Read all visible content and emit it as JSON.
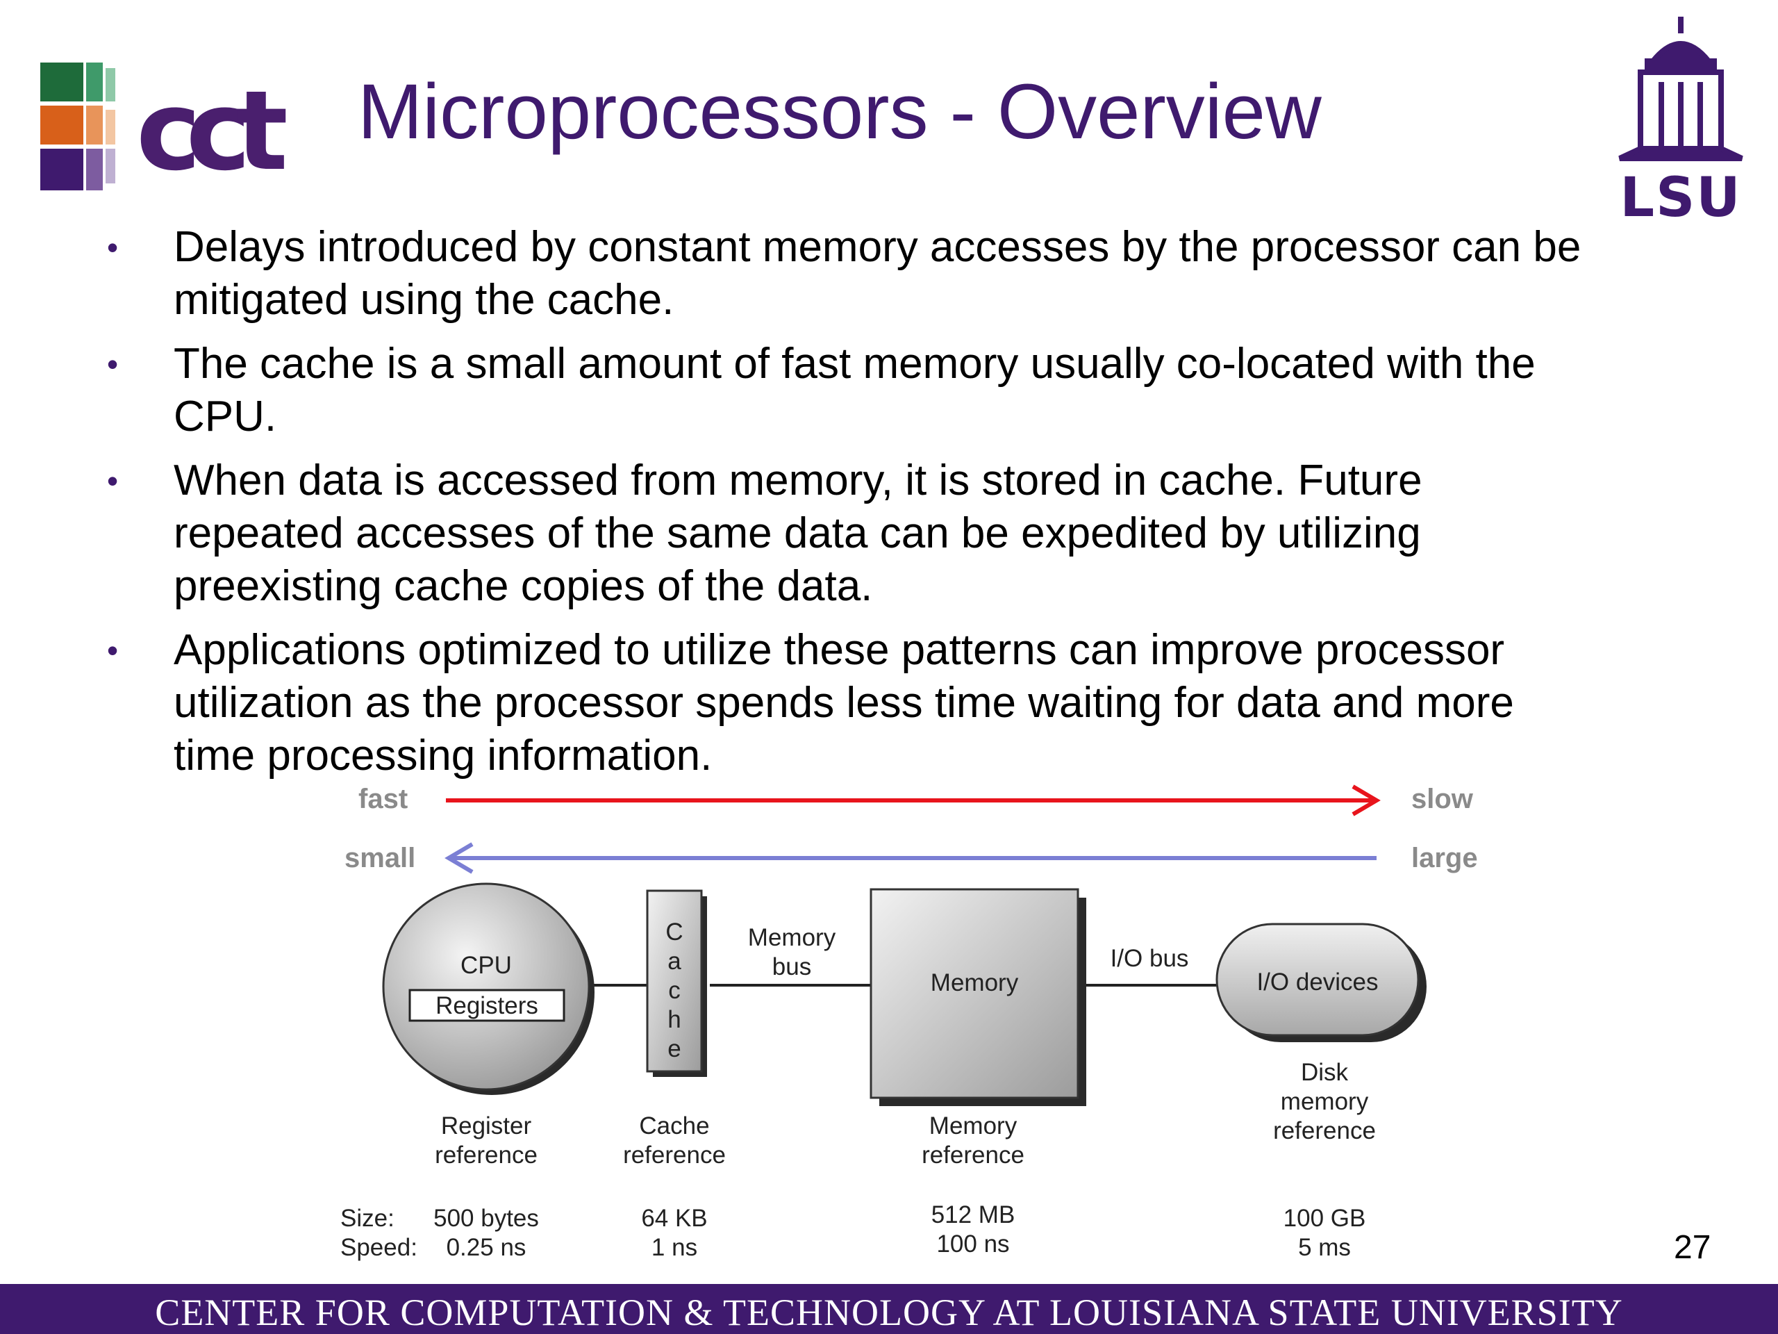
{
  "header": {
    "logo_text": "cct",
    "title": "Microprocessors - Overview",
    "lsu_logo_text": "LSU"
  },
  "bullets": [
    "Delays introduced by constant memory accesses by the processor can be mitigated using the cache.",
    "The cache is a small amount of fast memory usually co-located with the CPU.",
    "When data is accessed from memory, it is stored in cache. Future repeated accesses of the same data can be expedited by utilizing preexisting cache copies of the data.",
    "Applications optimized to utilize these patterns can improve processor utilization as the processor spends less time waiting for data and more time processing information."
  ],
  "bullet_glyph": "•",
  "diagram": {
    "arrow_fast": "fast",
    "arrow_slow": "slow",
    "arrow_small": "small",
    "arrow_large": "large",
    "fast_arrow_color": "#e8141c",
    "small_arrow_color": "#7b7fd4",
    "cpu_label": "CPU",
    "registers_label": "Registers",
    "cache_letters": [
      "C",
      "a",
      "c",
      "h",
      "e"
    ],
    "memory_bus_label_1": "Memory",
    "memory_bus_label_2": "bus",
    "memory_label": "Memory",
    "io_bus_label": "I/O bus",
    "io_devices_label": "I/O devices",
    "register_ref_1": "Register",
    "register_ref_2": "reference",
    "cache_ref_1": "Cache",
    "cache_ref_2": "reference",
    "memory_ref_1": "Memory",
    "memory_ref_2": "reference",
    "disk_ref_1": "Disk",
    "disk_ref_2": "memory",
    "disk_ref_3": "reference",
    "size_label": "Size:",
    "speed_label": "Speed:",
    "register_size": "500 bytes",
    "register_speed": "0.25 ns",
    "cache_size": "64 KB",
    "cache_speed": "1 ns",
    "memory_size": "512 MB",
    "memory_speed": "100 ns",
    "disk_size": "100 GB",
    "disk_speed": "5 ms"
  },
  "page_number": "27",
  "footer": {
    "text": "CENTER FOR COMPUTATION & TECHNOLOGY AT LOUISIANA STATE UNIVERSITY",
    "background": "#3f1a6e"
  },
  "colors": {
    "title": "#3f1a6e",
    "logo_purple": "#4a1f6e"
  }
}
